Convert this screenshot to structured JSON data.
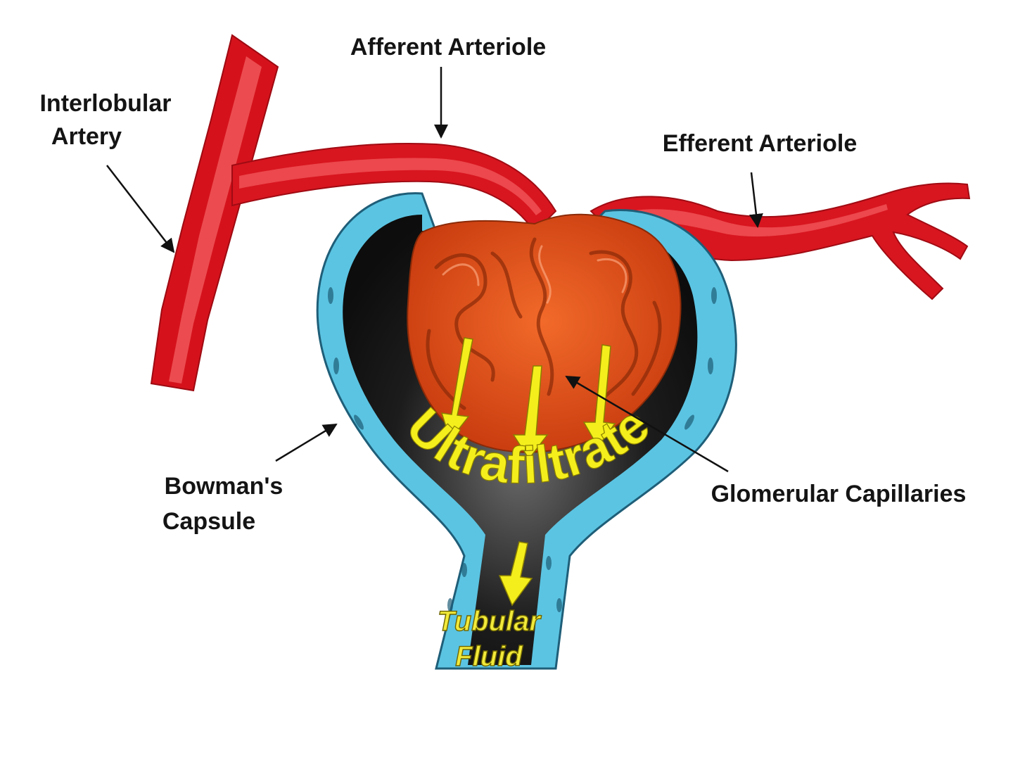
{
  "labels": {
    "afferent": "Afferent Arteriole",
    "interlobular_line1": "Interlobular",
    "interlobular_line2": "Artery",
    "efferent": "Efferent Arteriole",
    "bowmans_line1": "Bowman's",
    "bowmans_line2": "Capsule",
    "glomerular": "Glomerular Capillaries",
    "ultrafiltrate": "Ultrafiltrate",
    "tubular_line1": "Tubular",
    "tubular_line2": "Fluid"
  },
  "colors": {
    "vessel": "#e01a22",
    "vessel_highlight": "#ff6a6a",
    "capsule": "#5bc4e2",
    "capsule_dark": "#1d1d1d",
    "glomerulus": "#e9541c",
    "filtrate_text": "#f4ee1c"
  }
}
